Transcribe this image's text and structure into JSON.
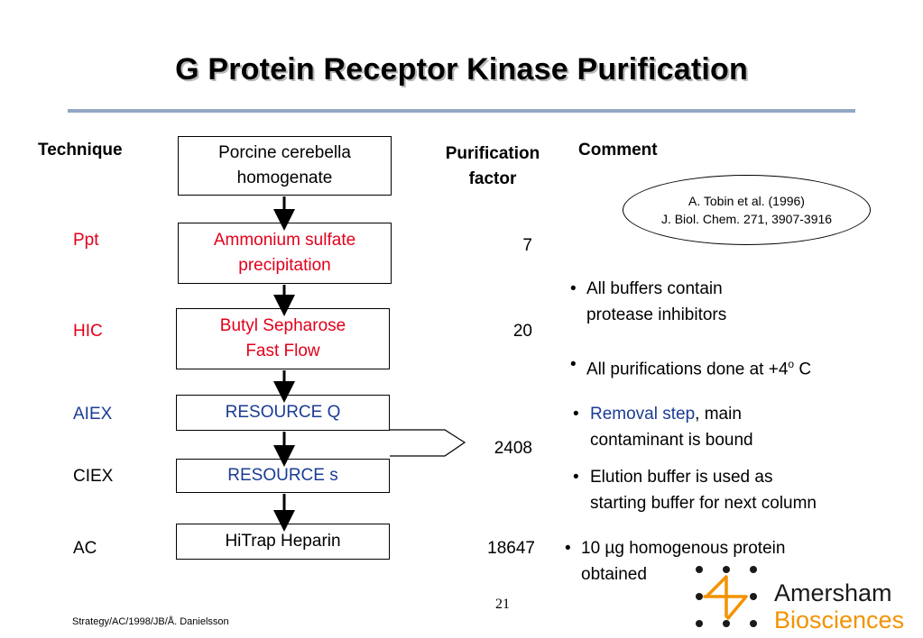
{
  "title": "G Protein Receptor Kinase Purification",
  "headers": {
    "technique": "Technique",
    "purification_factor": [
      "Purification",
      "factor"
    ],
    "comment": "Comment"
  },
  "steps": [
    {
      "box": [
        "Porcine cerebella",
        "homogenate"
      ],
      "technique": "",
      "factor": ""
    },
    {
      "box": [
        "Ammonium sulfate",
        "precipitation"
      ],
      "technique": "Ppt",
      "factor": "7",
      "box_color": "#e2001a",
      "technique_color": "#e2001a"
    },
    {
      "box": [
        "Butyl Sepharose",
        "Fast Flow"
      ],
      "technique": "HIC",
      "factor": "20",
      "box_color": "#e2001a",
      "technique_color": "#e2001a"
    },
    {
      "box": [
        "RESOURCE Q"
      ],
      "technique": "AIEX",
      "factor": "",
      "box_color": "#1a3c96",
      "technique_color": "#1a3c96"
    },
    {
      "box": [
        "RESOURCE s"
      ],
      "technique": "CIEX",
      "factor": "2408",
      "box_color": "#1a3c96",
      "technique_color": "#000000"
    },
    {
      "box": [
        "HiTrap Heparin"
      ],
      "technique": "AC",
      "factor": "18647"
    }
  ],
  "reference": [
    "A. Tobin et al. (1996)",
    "J. Biol. Chem. 271, 3907-3916"
  ],
  "comments": {
    "c1": [
      "All buffers contain",
      "protease inhibitors"
    ],
    "c2_before": "All purifications done at +4",
    "c2_sup": "o",
    "c2_after": " C",
    "c3_highlight": "Removal step",
    "c3_rest": ", main",
    "c3_line2": "contaminant is bound",
    "c4": [
      "Elution buffer is used as",
      "starting buffer for next column"
    ],
    "c5_line1": "10 µg homogenous protein",
    "c5_line2": "obtained"
  },
  "page_number": "21",
  "footer": "Strategy/AC/1998/JB/Å. Danielsson",
  "brand": [
    "Amersham",
    "Biosciences"
  ],
  "colors": {
    "title_rule": "#93a7c4",
    "red": "#e2001a",
    "blue": "#1a3c96",
    "brand_orange": "#f39200"
  }
}
